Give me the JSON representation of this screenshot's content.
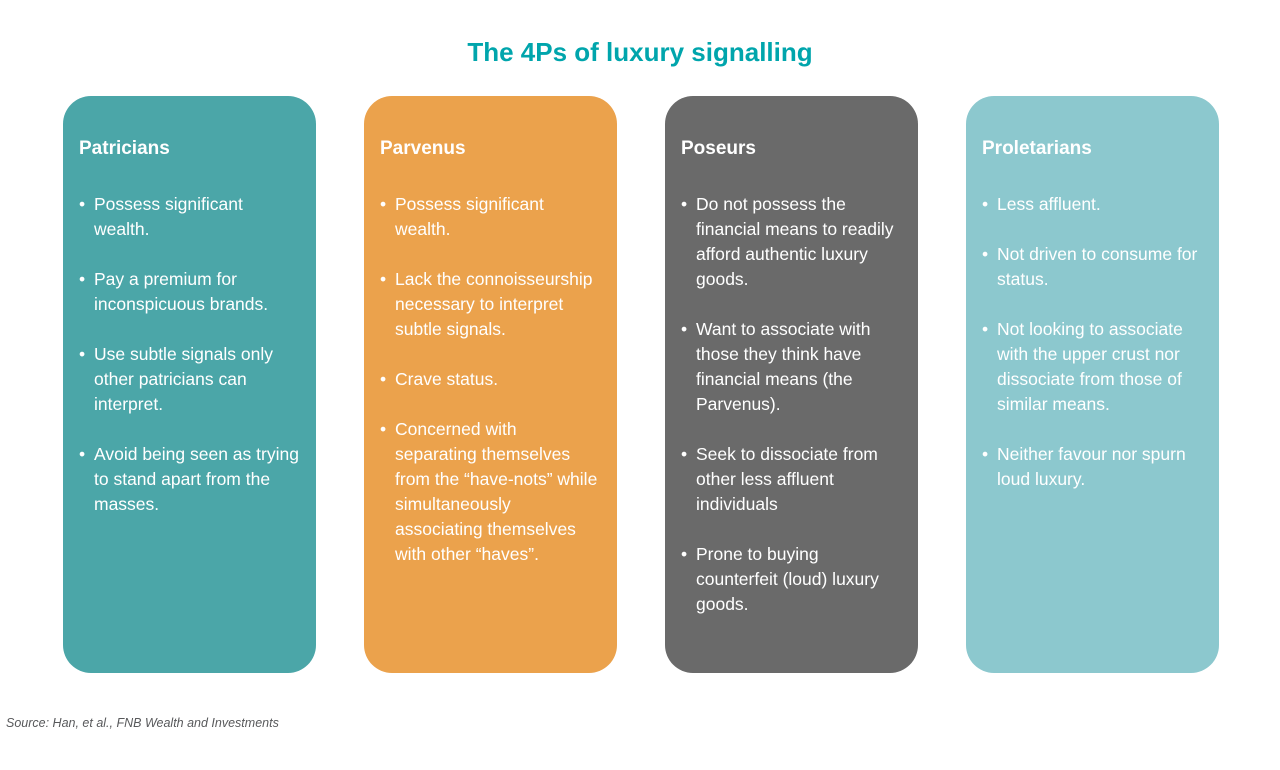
{
  "page": {
    "title": "The 4Ps of luxury signalling",
    "title_color": "#00A5AC",
    "source": "Source: Han, et al., FNB Wealth and Investments",
    "source_color": "#58595B",
    "background_color": "#FFFFFF",
    "card_text_color": "#FFFFFF"
  },
  "cards": [
    {
      "title": "Patricians",
      "color": "#4BA6A8",
      "bullets": [
        "Possess significant wealth.",
        "Pay a premium for inconspicuous brands.",
        "Use subtle signals only other patricians can interpret.",
        "Avoid being seen as trying to stand apart from the masses."
      ]
    },
    {
      "title": "Parvenus",
      "color": "#EBA24C",
      "bullets": [
        "Possess significant wealth.",
        "Lack the connoisseurship necessary to interpret subtle signals.",
        "Crave status.",
        "Concerned with separating themselves from the “have-nots” while simultaneously associating themselves with other “haves”."
      ]
    },
    {
      "title": "Poseurs",
      "color": "#6A6A6A",
      "bullets": [
        "Do not possess the financial means to readily afford authentic luxury goods.",
        "Want to associate with those they think have financial means (the Parvenus).",
        "Seek to dissociate from other less affluent individuals",
        "Prone to buying counterfeit (loud) luxury goods."
      ]
    },
    {
      "title": "Proletarians",
      "color": "#8CC8CE",
      "bullets": [
        "Less affluent.",
        "Not driven to consume for status.",
        "Not looking to associate with the upper crust nor dissociate from those of similar means.",
        "Neither favour nor spurn loud luxury."
      ]
    }
  ]
}
